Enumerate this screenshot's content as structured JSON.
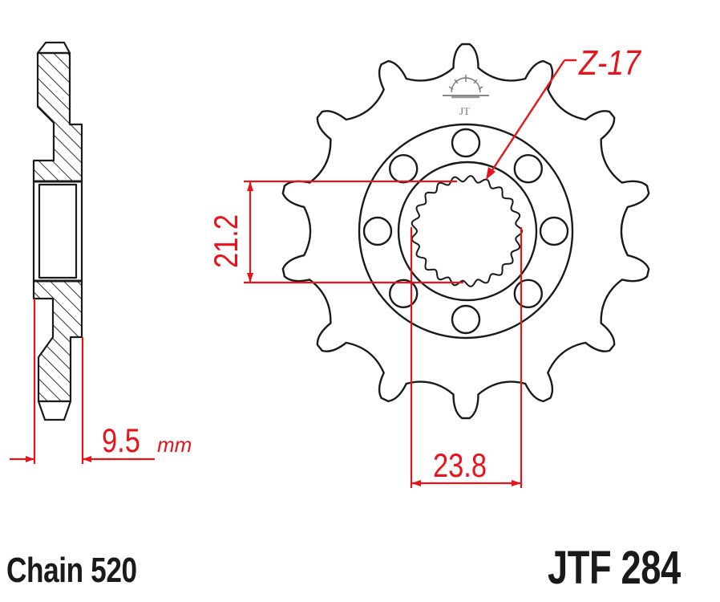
{
  "drawing": {
    "title": "Front sprocket technical drawing",
    "colors": {
      "outline": "#1a1a1a",
      "dimension": "#e8141c",
      "background": "#ffffff"
    },
    "sprocket": {
      "teeth_count": 14,
      "tooth_label": "Z-17",
      "bolt_holes": 8,
      "spline_count": 21,
      "logo": "jt-sunburst-logo"
    },
    "dimensions": {
      "thickness": {
        "value": "9.5",
        "unit": "mm"
      },
      "spline_inner": {
        "value": "21.2"
      },
      "spline_outer": {
        "value": "23.8"
      }
    }
  },
  "footer": {
    "chain_label": "Chain 520",
    "part_number": "JTF 284"
  }
}
